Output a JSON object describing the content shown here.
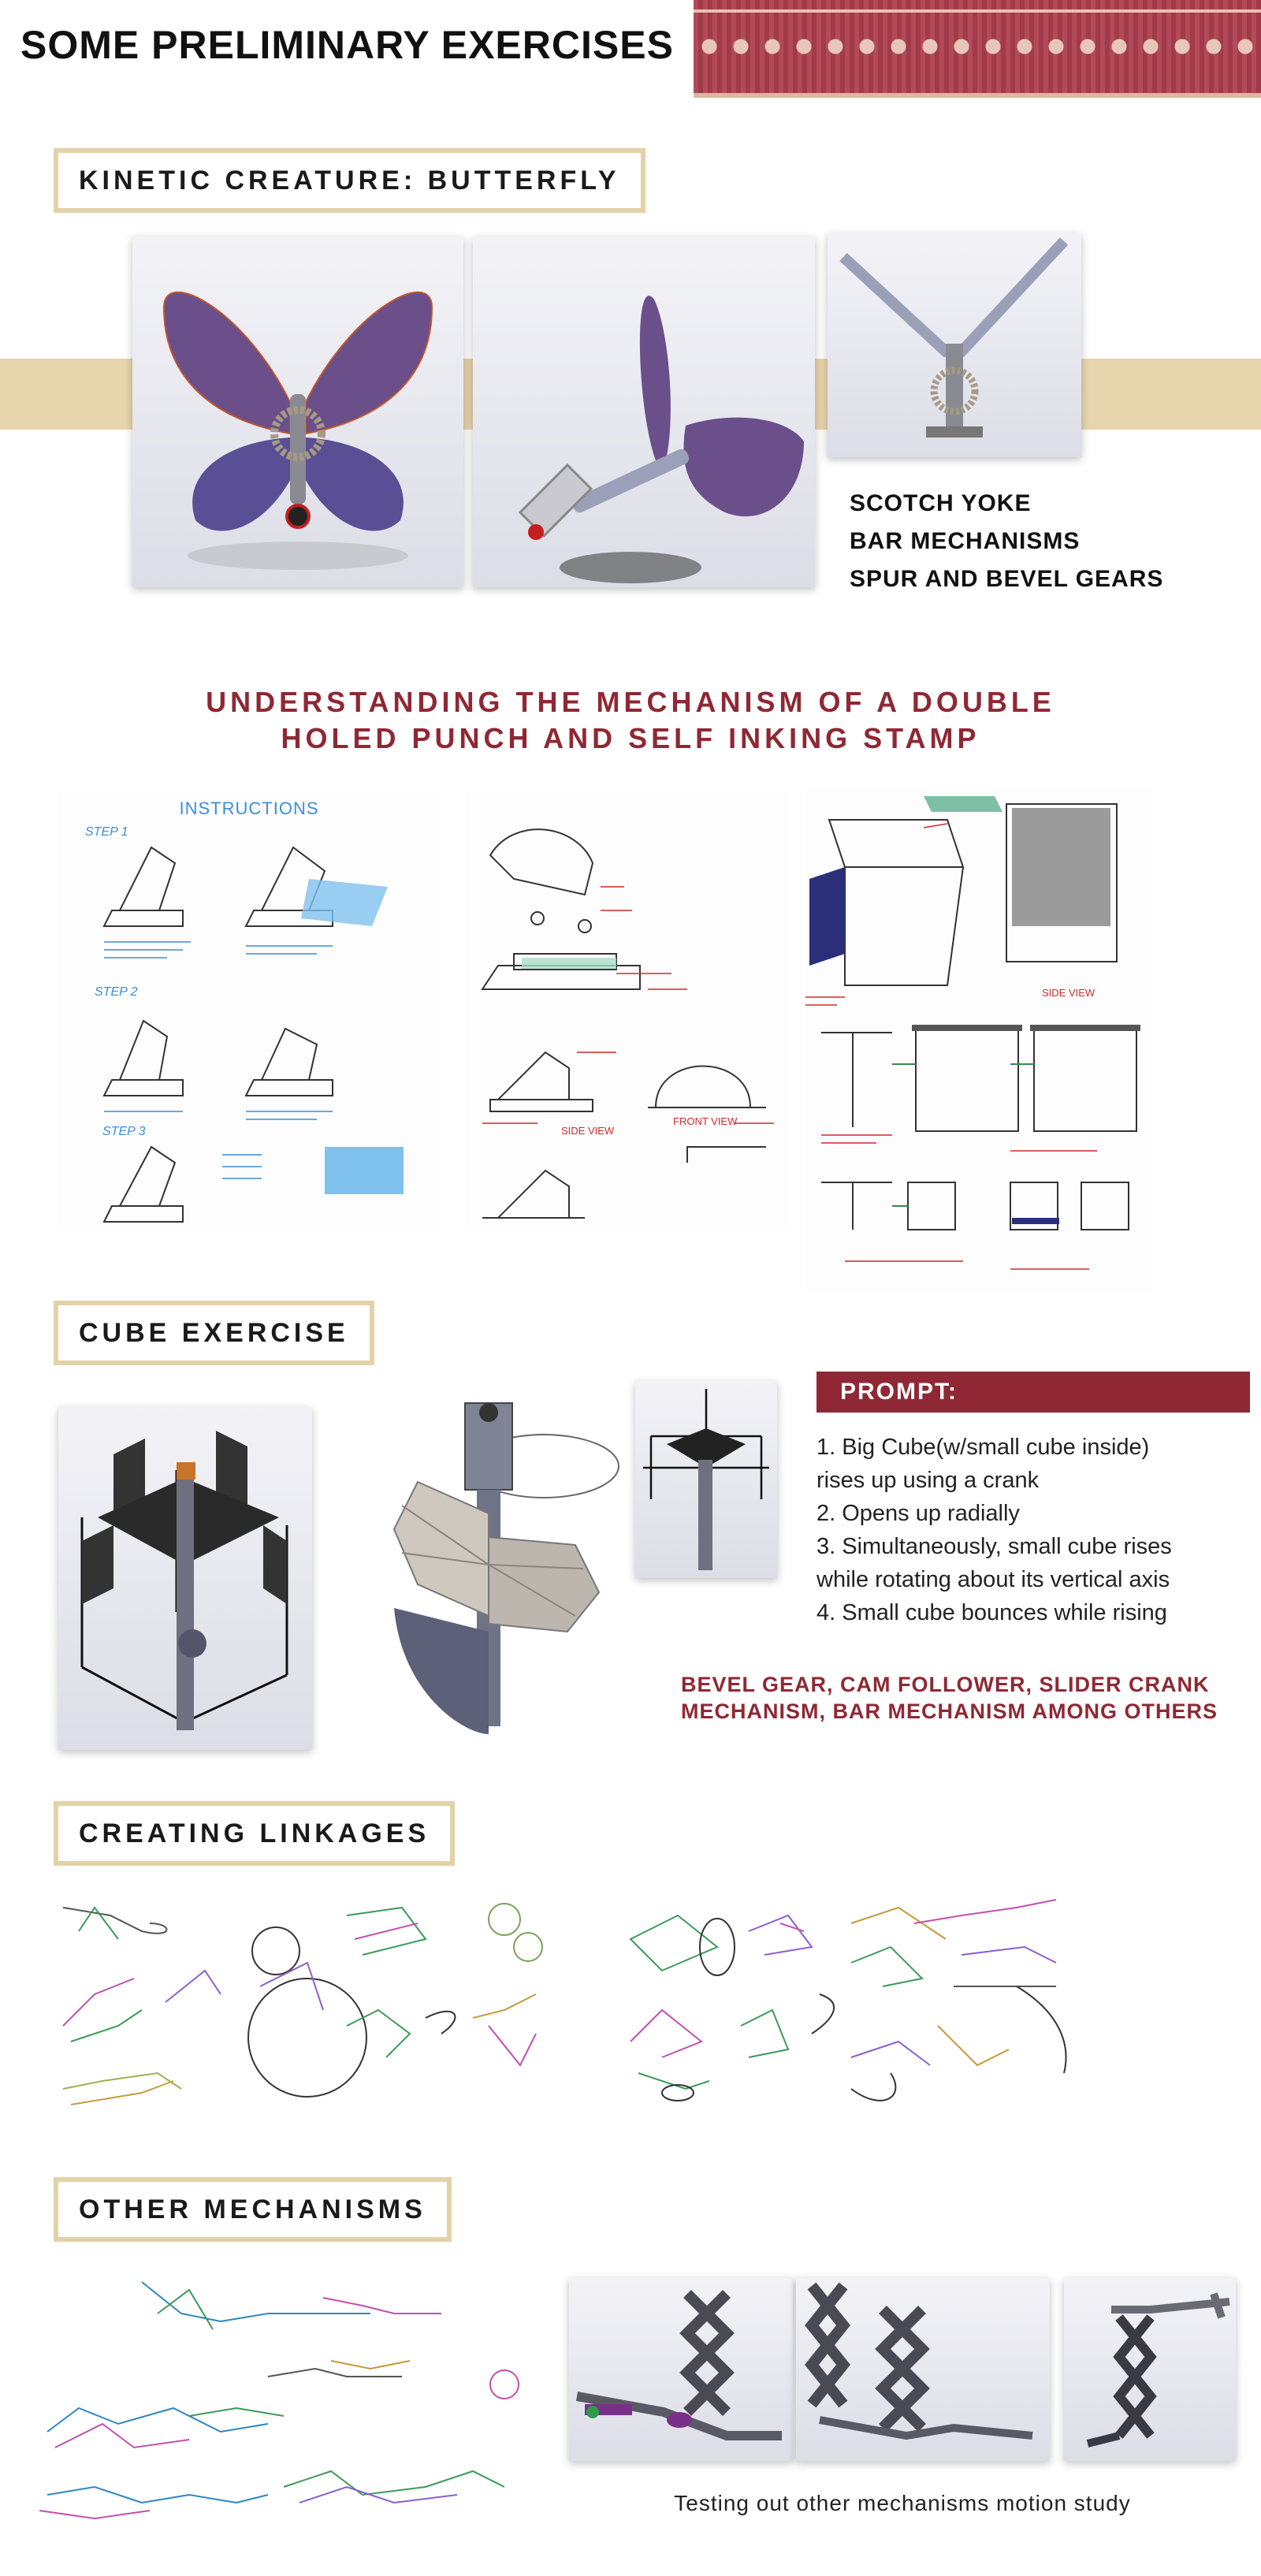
{
  "page_title": "SOME PRELIMINARY EXERCISES",
  "sections": {
    "butterfly": {
      "title": "KINETIC CREATURE: BUTTERFLY",
      "features": [
        "SCOTCH YOKE",
        "BAR MECHANISMS",
        "SPUR AND BEVEL GEARS"
      ]
    },
    "punch": {
      "heading_line1": "UNDERSTANDING THE MECHANISM OF A DOUBLE",
      "heading_line2": "HOLED PUNCH AND SELF INKING STAMP",
      "instructions_title": "INSTRUCTIONS",
      "steps": [
        "STEP 1",
        "STEP 2",
        "STEP 3"
      ],
      "view_labels": [
        "SIDE VIEW",
        "FRONT VIEW",
        "SIDE VIEW"
      ]
    },
    "cube": {
      "title": "CUBE EXERCISE",
      "prompt_label": "PROMPT:",
      "prompt_items": [
        "1. Big Cube(w/small cube inside)",
        "rises up using a crank",
        "2. Opens up radially",
        "3. Simultaneously, small cube rises",
        "while rotating about its vertical axis",
        "4. Small cube bounces while rising"
      ],
      "mechanisms_line1": "BEVEL GEAR, CAM FOLLOWER, SLIDER CRANK",
      "mechanisms_line2": "MECHANISM, BAR MECHANISM AMONG OTHERS"
    },
    "linkages": {
      "title": "CREATING LINKAGES"
    },
    "other": {
      "title": "OTHER MECHANISMS",
      "caption": "Testing out other mechanisms motion study"
    }
  },
  "colors": {
    "accent_red": "#8f2834",
    "beige": "#e7d5ad",
    "butterfly_upper": "#6b4f8a",
    "butterfly_lower": "#5a4f95",
    "sketch_blue": "#3a8fd8",
    "sketch_red": "#d22a2a"
  }
}
